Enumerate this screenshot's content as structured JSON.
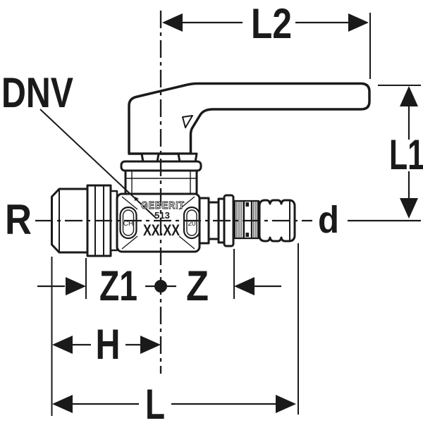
{
  "labels": {
    "dnv": "DNV",
    "l2": "L2",
    "l1": "L1",
    "r": "R",
    "d": "d",
    "z1": "Z1",
    "z": "Z",
    "h": "H",
    "l": "L"
  },
  "markings": {
    "brand": "GEBERIT",
    "series": "513",
    "date_code": "XX.XX",
    "left_cap": "CH",
    "right_cap": "20"
  },
  "style": {
    "line_color": "#1a1a1a",
    "background": "#ffffff"
  }
}
